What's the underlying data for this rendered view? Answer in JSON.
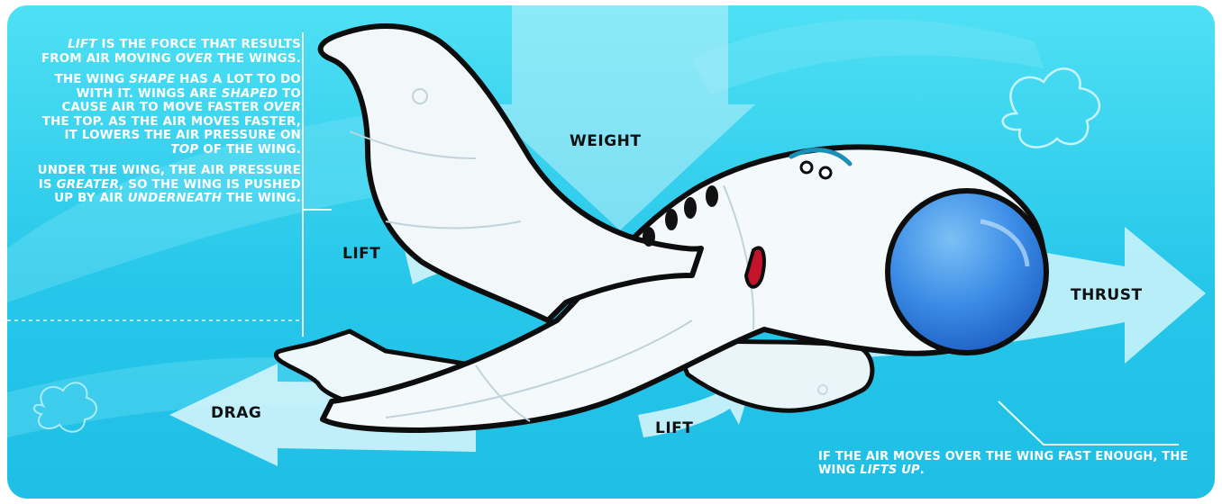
{
  "labels": {
    "weight": "WEIGHT",
    "lift_upper": "LIFT",
    "lift_lower": "LIFT",
    "thrust": "THRUST",
    "drag": "DRAG"
  },
  "left_text": {
    "p1": {
      "b1": "LIFT",
      "t1": " IS THE FORCE THAT RESULTS FROM AIR MOVING ",
      "b2": "OVER",
      "t2": " THE WINGS."
    },
    "p2": {
      "t1": "THE WING ",
      "b1": "SHAPE",
      "t2": " HAS A LOT TO DO WITH IT. WINGS ARE ",
      "b2": "SHAPED",
      "t3": " TO CAUSE AIR TO MOVE FASTER ",
      "b3": "OVER",
      "t4": " THE TOP. AS THE AIR MOVES FASTER, IT LOWERS THE AIR PRESSURE ON ",
      "b4": "TOP",
      "t5": " OF THE WING."
    },
    "p3": {
      "t1": "UNDER THE WING, THE AIR PRESSURE IS ",
      "b1": "GREATER",
      "t2": ", SO THE WING IS PUSHED UP BY AIR ",
      "b2": "UNDERNEATH",
      "t3": " THE WING."
    }
  },
  "bottom_text": {
    "t1": "IF THE AIR MOVES OVER THE WING FAST ENOUGH, THE WING ",
    "b1": "LIFTS UP",
    "t2": "."
  },
  "colors": {
    "sky": "#2fcaeb",
    "arrow": "#d9f6fb",
    "plane": "#f4f9fb",
    "nose": "#2f7fe0",
    "outline": "#0d0d0d"
  }
}
